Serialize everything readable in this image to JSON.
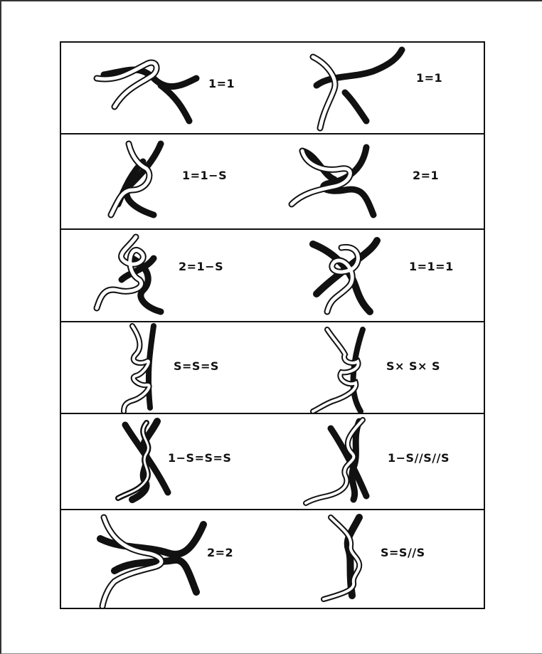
{
  "knots": [
    {
      "label": "1=1"
    },
    {
      "label": "1=1"
    },
    {
      "label": "1=1−S"
    },
    {
      "label": "2=1"
    },
    {
      "label": "2=1−S"
    },
    {
      "label": "1=1=1"
    },
    {
      "label": "S=S=S"
    },
    {
      "label": "S× S× S"
    },
    {
      "label": "1−S=S=S"
    },
    {
      "label": "1−S//S//S"
    },
    {
      "label": "2=2"
    },
    {
      "label": "S=S//S"
    }
  ],
  "colors": {
    "dark_strand": "#111111",
    "light_strand": "#ffffff",
    "outline": "#111111"
  }
}
